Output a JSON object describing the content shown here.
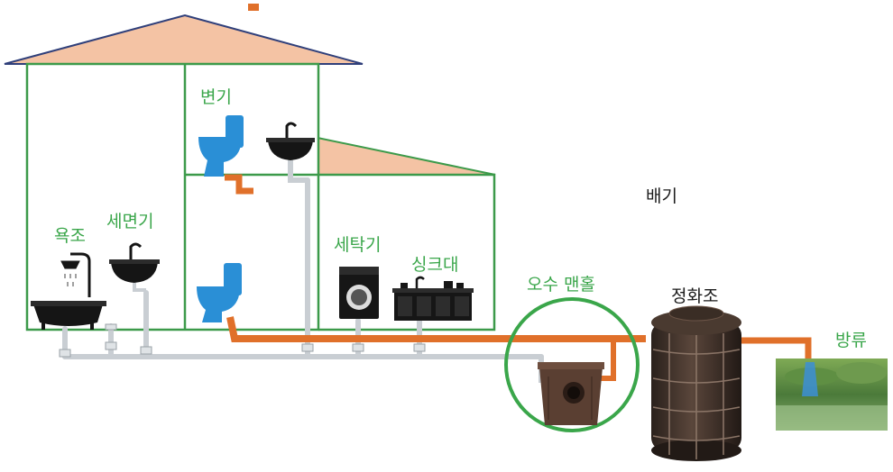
{
  "labels": {
    "toilet_upper": "변기",
    "bathtub": "욕조",
    "washbasin": "세면기",
    "washing_machine": "세탁기",
    "sink": "싱크대",
    "manhole": "오수 맨홀",
    "vent": "배기",
    "septic_tank": "정화조",
    "discharge": "방류"
  },
  "colors": {
    "house_line": "#3c9a4a",
    "roof_fill": "#f4c3a4",
    "roof_edge": "#2f3f7a",
    "drain_pipe": "#e0702a",
    "gray_pipe": "#c9ced3",
    "fixture_blue": "#2a8fd6",
    "label_green": "#3aa64a",
    "manhole_ring": "#3aa64a",
    "tank": "#3a2e27"
  },
  "icons": {
    "toilet": "toilet-icon",
    "washbasin": "washbasin-icon",
    "shower": "shower-icon",
    "bathtub": "bathtub-icon",
    "washing_machine": "washing-machine-icon",
    "sink": "kitchen-sink-icon",
    "manhole": "manhole-box-icon",
    "septic_tank": "septic-tank-icon",
    "discharge": "stream-photo"
  }
}
